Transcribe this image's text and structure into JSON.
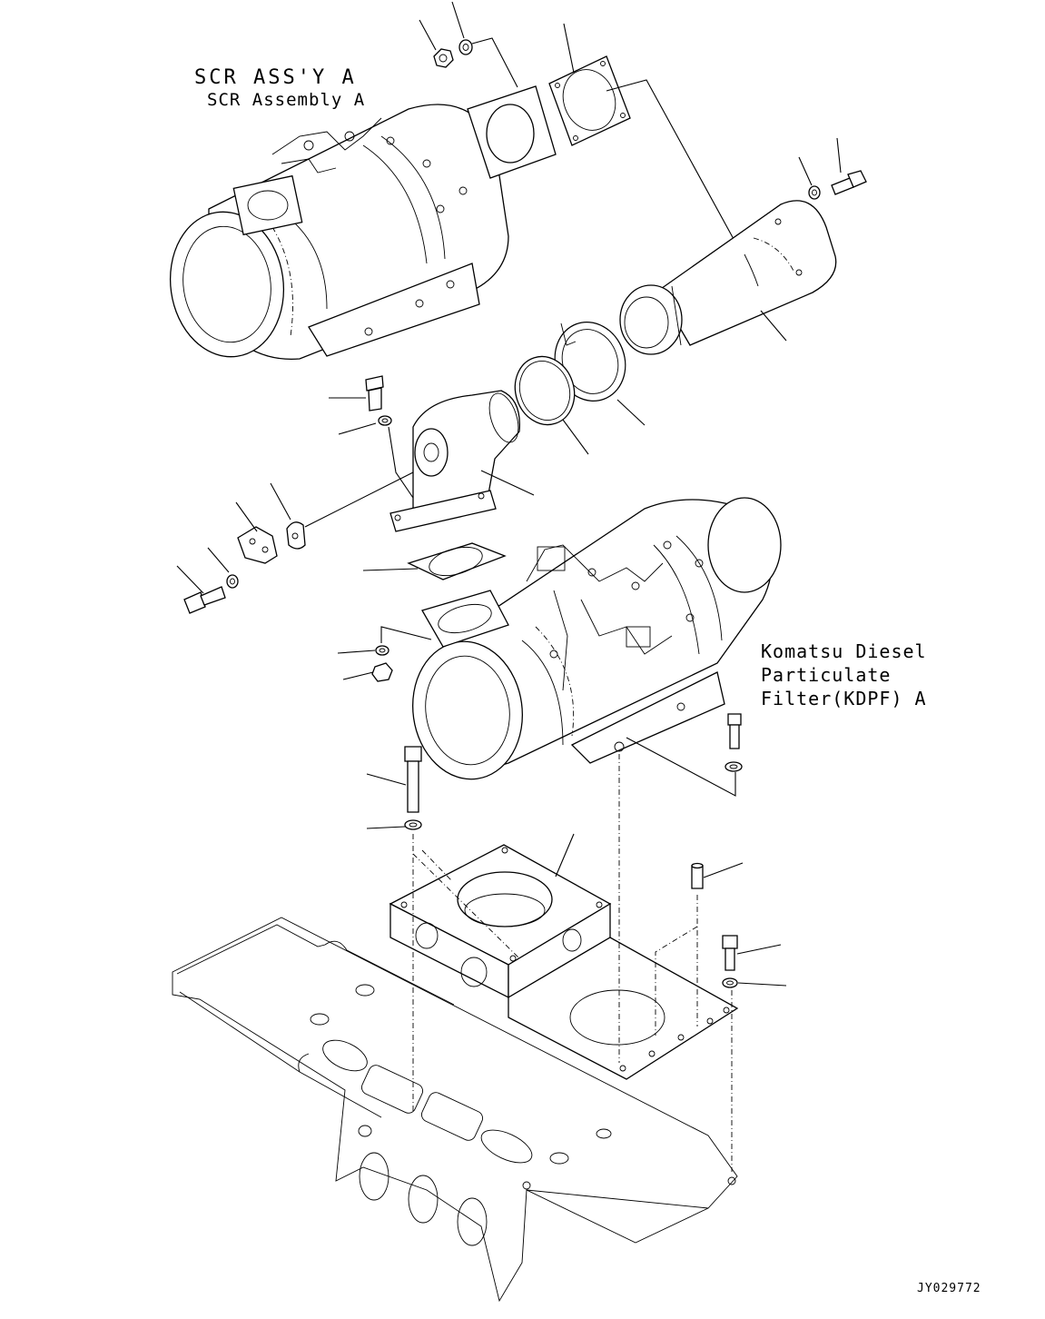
{
  "labels": {
    "scr_title": "SCR ASS'Y A",
    "scr_subtitle": "SCR Assembly A",
    "kdpf_line1": "Komatsu Diesel",
    "kdpf_line2": "Particulate",
    "kdpf_line3": "Filter(KDPF) A",
    "drawing_number": "JY029772"
  }
}
